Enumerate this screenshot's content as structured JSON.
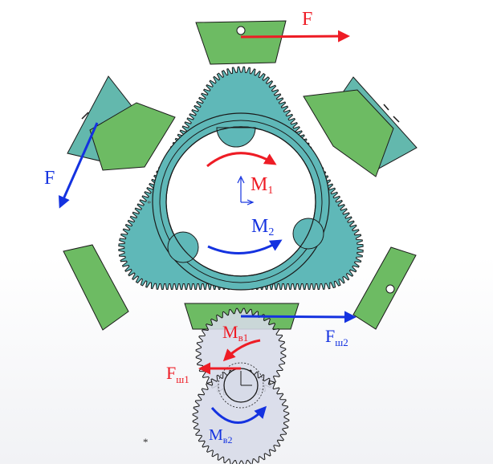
{
  "labels": {
    "force_top": "F",
    "force_left": "F",
    "moment_1": {
      "main": "M",
      "sub": "1"
    },
    "moment_2": {
      "main": "M",
      "sub": "2"
    },
    "moment_b1": {
      "main": "M",
      "sub": "в1"
    },
    "moment_b2": {
      "main": "M",
      "sub": "в2"
    },
    "force_sh1": {
      "main": "F",
      "sub": "ш1"
    },
    "force_sh2": {
      "main": "F",
      "sub": "ш2"
    }
  },
  "colors": {
    "gear_teal": "#5fb8b8",
    "sector_green": "#6dbb63",
    "sector_teal": "#63b8ad",
    "small_gear": "#d7dbe8",
    "red": "#ee1c25",
    "blue": "#1432e0",
    "outline": "#1a1a1a"
  }
}
